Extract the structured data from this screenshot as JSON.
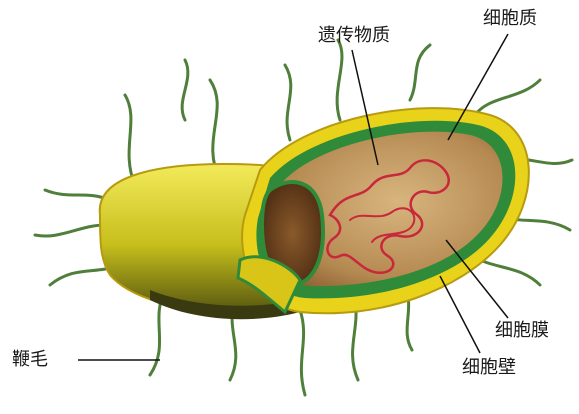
{
  "labels": {
    "genetic_material": "遗传物质",
    "cytoplasm": "细胞质",
    "cell_membrane": "细胞膜",
    "cell_wall": "细胞壁",
    "flagellum": "鞭毛"
  },
  "colors": {
    "cell_wall": "#e8d21a",
    "cell_wall_shadow": "#b89a10",
    "capsule_body": "#c9c21c",
    "membrane": "#2f8a3a",
    "cytoplasm": "#c9a46a",
    "cytoplasm_dark": "#7a4a22",
    "dna": "#c8283a",
    "flagella": "#4f7f3a",
    "leader_line": "#111111"
  }
}
